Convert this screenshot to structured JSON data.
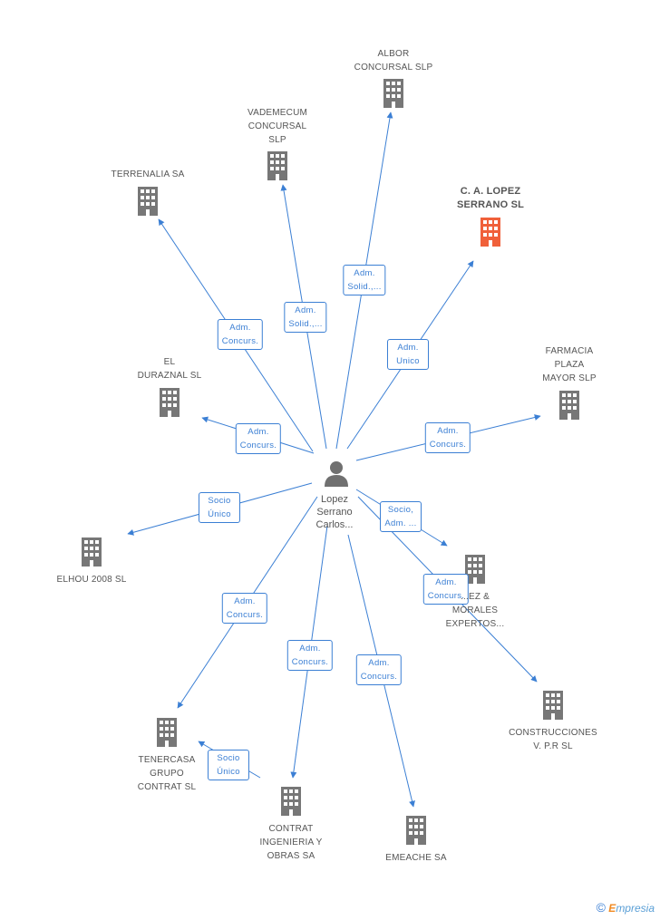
{
  "person": {
    "label": "Lopez\nSerrano\nCarlos..."
  },
  "nodes": [
    {
      "id": "albor",
      "label": "ALBOR\nCONCURSAL SLP",
      "color": "#777777",
      "main": false
    },
    {
      "id": "vademecum",
      "label": "VADEMECUM\nCONCURSAL\nSLP",
      "color": "#777777",
      "main": false
    },
    {
      "id": "terrenalia",
      "label": "TERRENALIA SA",
      "color": "#777777",
      "main": false
    },
    {
      "id": "calopez",
      "label": "C. A. LOPEZ\nSERRANO SL",
      "color": "#f0603a",
      "main": true
    },
    {
      "id": "duraznal",
      "label": "EL\nDURAZNAL SL",
      "color": "#777777",
      "main": false
    },
    {
      "id": "farmacia",
      "label": "FARMACIA\nPLAZA\nMAYOR SLP",
      "color": "#777777",
      "main": false
    },
    {
      "id": "elhou",
      "label": "ELHOU 2008 SL",
      "color": "#777777",
      "main": false
    },
    {
      "id": "morales",
      "label": "...EZ &\nMORALES\nEXPERTOS...",
      "color": "#777777",
      "main": false
    },
    {
      "id": "construcciones",
      "label": "CONSTRUCCIONES\nV. P.R SL",
      "color": "#777777",
      "main": false
    },
    {
      "id": "tenercasa",
      "label": "TENERCASA\nGRUPO\nCONTRAT SL",
      "color": "#777777",
      "main": false
    },
    {
      "id": "contrat",
      "label": "CONTRAT\nINGENIERIA Y\nOBRAS SA",
      "color": "#777777",
      "main": false
    },
    {
      "id": "emeache",
      "label": "EMEACHE SA",
      "color": "#777777",
      "main": false
    }
  ],
  "edges": [
    {
      "label": "Adm.\nSolid.,..."
    },
    {
      "label": "Adm.\nSolid.,..."
    },
    {
      "label": "Adm.\nConcurs."
    },
    {
      "label": "Adm.\nUnico"
    },
    {
      "label": "Adm.\nConcurs."
    },
    {
      "label": "Adm.\nConcurs."
    },
    {
      "label": "Socio\nÚnico"
    },
    {
      "label": "Socio,\nAdm. ..."
    },
    {
      "label": "Adm.\nConcurs."
    },
    {
      "label": "Adm.\nConcurs."
    },
    {
      "label": "Adm.\nConcurs."
    },
    {
      "label": "Adm.\nConcurs."
    },
    {
      "label": "Socio\nÚnico"
    }
  ],
  "footer": {
    "copyright": "©",
    "brand_e": "E",
    "brand_rest": "mpresia"
  }
}
